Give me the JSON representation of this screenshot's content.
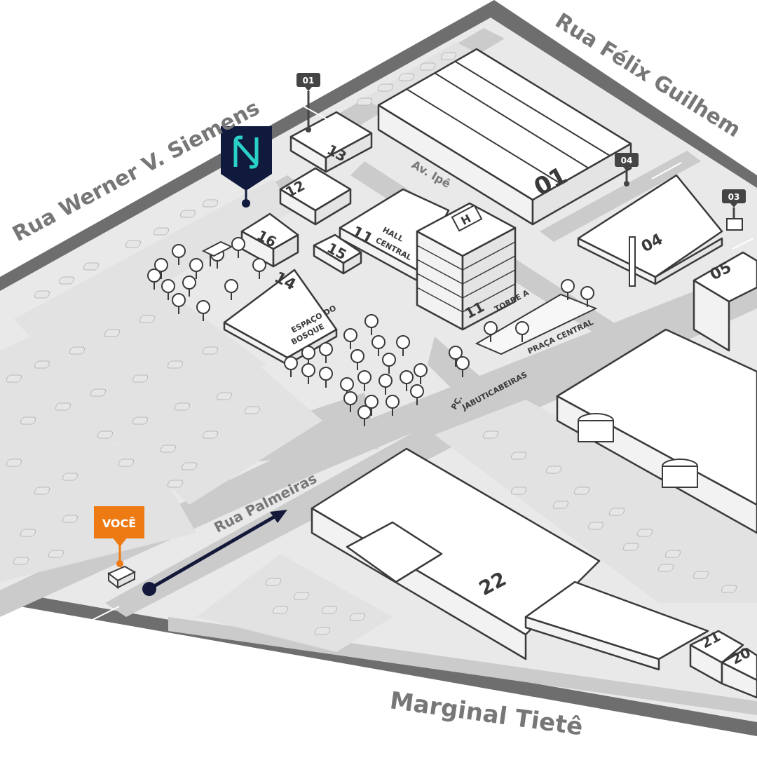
{
  "streets": {
    "werner": "Rua Werner V. Siemens",
    "felix": "Rua Félix Guilhem",
    "marginal": "Marginal Tietê",
    "palmeiras": "Rua Palmeiras",
    "ipe": "Av. Ipê"
  },
  "buildings": {
    "b01": "01",
    "b04": "04",
    "b05": "05",
    "b11a": "11",
    "b11b": "11",
    "b12": "12",
    "b13": "13",
    "b14": "14",
    "b15": "15",
    "b16": "16",
    "b20": "20",
    "b21": "21",
    "b22": "22"
  },
  "places": {
    "hall_line1": "HALL",
    "hall_line2": "CENTRAL",
    "torre": "TORRE A",
    "praca": "PRAÇA CENTRAL",
    "bosque_line1": "ESPAÇO DO",
    "bosque_line2": "BOSQUE",
    "jabu_line1": "PÇ.",
    "jabu_line2": "JABUTICABEIRAS",
    "helipad": "H"
  },
  "gates": {
    "g01": "01",
    "g03": "03",
    "g04": "04"
  },
  "markers": {
    "you": "VOCÊ",
    "logo_icon": "n-logo-icon"
  },
  "colors": {
    "you": "#ed7a12",
    "brand_pin": "#101a3c",
    "brand_accent": "#2ad1c9",
    "route": "#14193a",
    "road": "#c9c9c9",
    "block": "#ebebeb",
    "outer_road": "#6e6e6e"
  }
}
